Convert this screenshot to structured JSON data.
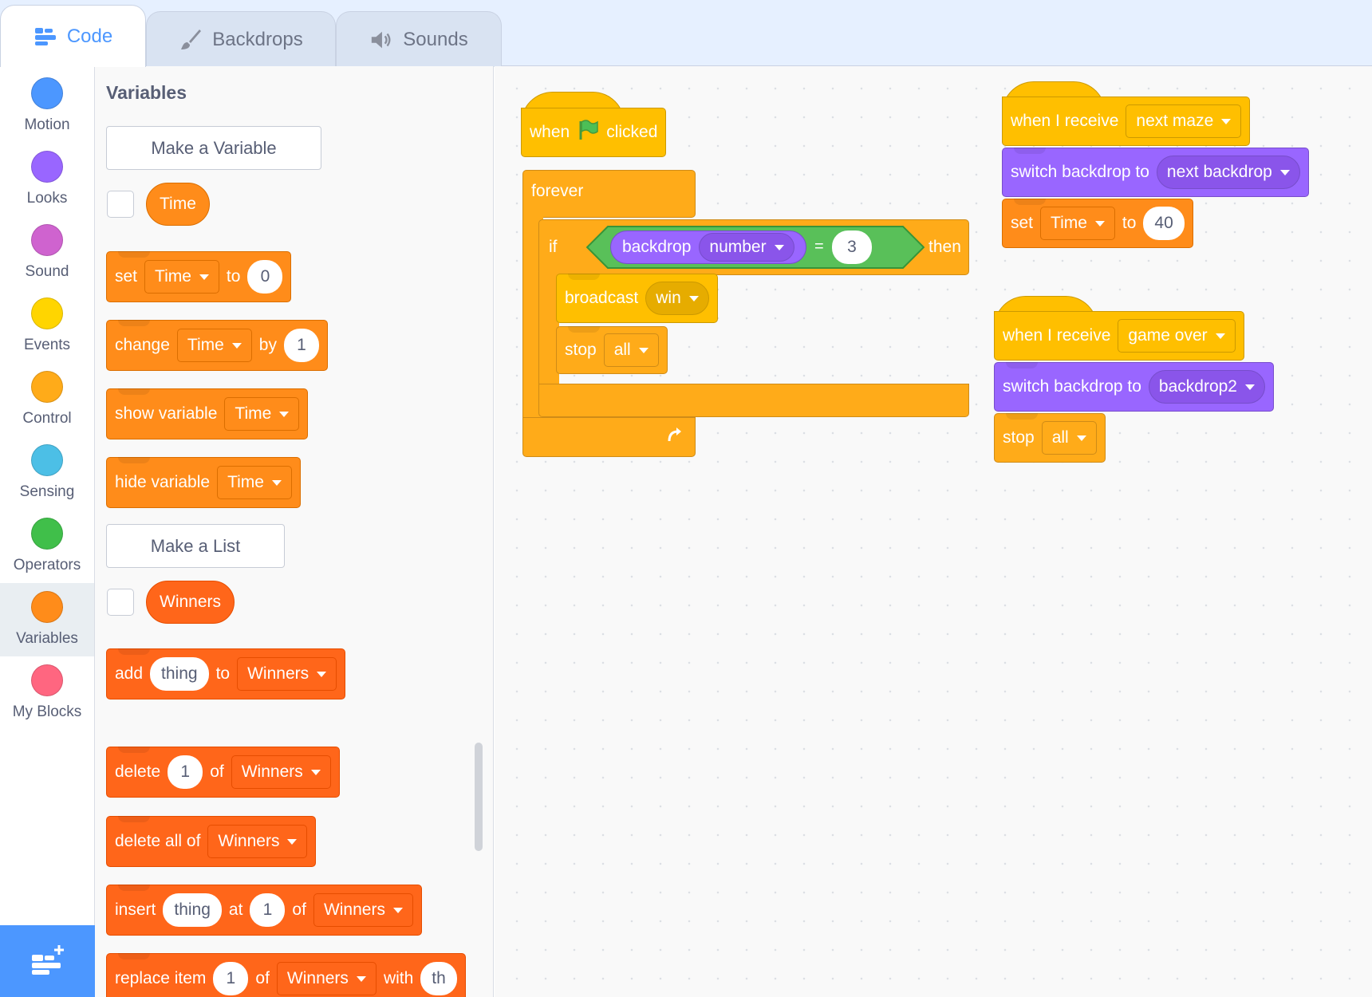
{
  "tabs": {
    "code": "Code",
    "backdrops": "Backdrops",
    "sounds": "Sounds"
  },
  "categories": [
    {
      "label": "Motion",
      "color": "#4c97ff"
    },
    {
      "label": "Looks",
      "color": "#9966ff"
    },
    {
      "label": "Sound",
      "color": "#cf63cf"
    },
    {
      "label": "Events",
      "color": "#ffd500"
    },
    {
      "label": "Control",
      "color": "#ffab19"
    },
    {
      "label": "Sensing",
      "color": "#4cbfe6"
    },
    {
      "label": "Operators",
      "color": "#40bf4a"
    },
    {
      "label": "Variables",
      "color": "#ff8c1a"
    },
    {
      "label": "My Blocks",
      "color": "#ff6680"
    }
  ],
  "selected_category": "Variables",
  "palette": {
    "title": "Variables",
    "make_variable": "Make a Variable",
    "variable_name": "Time",
    "set_block": {
      "set": "set",
      "var": "Time",
      "to": "to",
      "value": "0"
    },
    "change_block": {
      "change": "change",
      "var": "Time",
      "by": "by",
      "value": "1"
    },
    "show_block": {
      "label": "show variable",
      "var": "Time"
    },
    "hide_block": {
      "label": "hide variable",
      "var": "Time"
    },
    "make_list": "Make a List",
    "list_name": "Winners",
    "add_block": {
      "add": "add",
      "item": "thing",
      "to": "to",
      "list": "Winners"
    },
    "delete_block": {
      "delete": "delete",
      "index": "1",
      "of": "of",
      "list": "Winners"
    },
    "delete_all_block": {
      "label": "delete all of",
      "list": "Winners"
    },
    "insert_block": {
      "insert": "insert",
      "item": "thing",
      "at": "at",
      "index": "1",
      "of": "of",
      "list": "Winners"
    },
    "replace_block": {
      "label": "replace item",
      "index": "1",
      "of": "of",
      "list": "Winners",
      "with": "with",
      "item_partial": "th"
    }
  },
  "scripts": {
    "flag_script": {
      "when": "when",
      "clicked": "clicked",
      "forever": "forever",
      "if": "if",
      "backdrop": "backdrop",
      "backdrop_prop": "number",
      "equals": "=",
      "compare_value": "3",
      "then": "then",
      "broadcast": "broadcast",
      "broadcast_msg": "win",
      "stop": "stop",
      "stop_option": "all"
    },
    "next_maze_script": {
      "when_receive": "when I receive",
      "message": "next maze",
      "switch": "switch backdrop to",
      "backdrop": "next backdrop",
      "set": "set",
      "var": "Time",
      "to": "to",
      "value": "40"
    },
    "game_over_script": {
      "when_receive": "when I receive",
      "message": "game over",
      "switch": "switch backdrop to",
      "backdrop": "backdrop2",
      "stop": "stop",
      "stop_option": "all"
    }
  },
  "colors": {
    "accent": "#4c97ff",
    "variables": "#ff8c1a",
    "lists": "#ff661a",
    "events": "#ffbf00",
    "control": "#ffab19",
    "looks": "#9966ff",
    "operators": "#59c059",
    "sensing": "#5cb1d6"
  }
}
